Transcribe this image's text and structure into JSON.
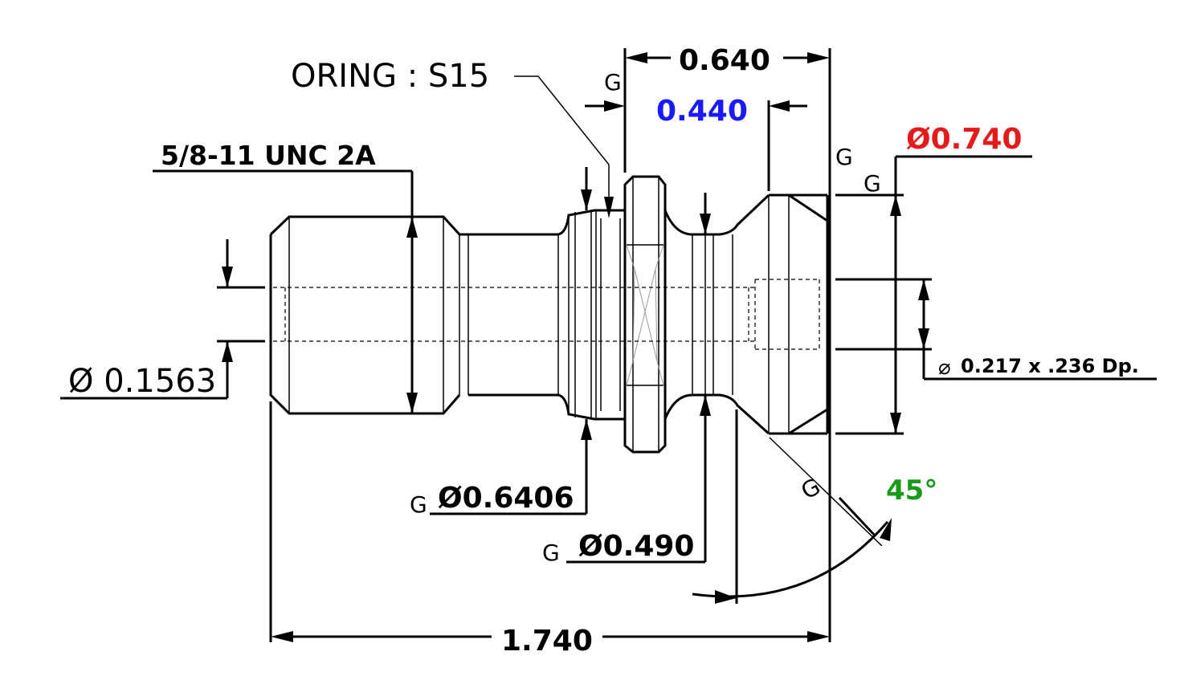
{
  "labels": {
    "oring": "ORING : S15",
    "thread": "5/8-11 UNC 2A",
    "dim_0640": "0.640",
    "dim_0440": "0.440",
    "dia_0740": "Ø0.740",
    "dia_01563": "Ø 0.1563",
    "hole_spec": "0.217 x .236 Dp.",
    "dia_06406": "Ø0.6406",
    "dia_0490": "Ø0.490",
    "angle_45": "45°",
    "dim_1740": "1.740",
    "grind_symbol": "G"
  },
  "colors": {
    "dim_0440": "#1a1aff",
    "dia_0740": "#e31b1b",
    "angle_45": "#1a9a1a",
    "default": "#000000"
  },
  "icons": {
    "diameter_symbol": "diameter-icon",
    "grind_symbol": "grind-g-icon"
  }
}
